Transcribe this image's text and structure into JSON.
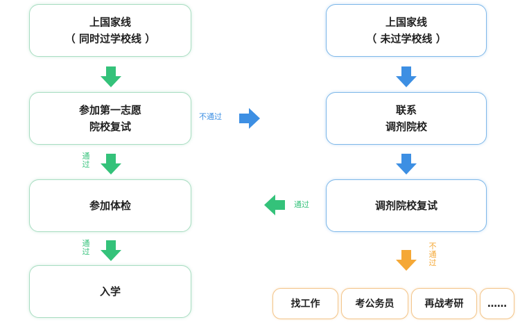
{
  "colors": {
    "green": "#34c27a",
    "blue": "#3d8fe3",
    "orange": "#f5a836"
  },
  "left": {
    "b1_line1": "上国家线",
    "b1_line2": "（ 同时过学校线 ）",
    "b2_line1": "参加第一志愿",
    "b2_line2": "院校复试",
    "b3": "参加体检",
    "b4": "入学"
  },
  "right": {
    "b1_line1": "上国家线",
    "b1_line2": "（ 未过学校线 ）",
    "b2_line1": "联系",
    "b2_line2": "调剂院校",
    "b3": "调剂院校复试",
    "options": [
      "找工作",
      "考公务员",
      "再战考研",
      "……"
    ]
  },
  "labels": {
    "fail": "不通过",
    "pass": "通过",
    "fail_v": "不通过"
  }
}
